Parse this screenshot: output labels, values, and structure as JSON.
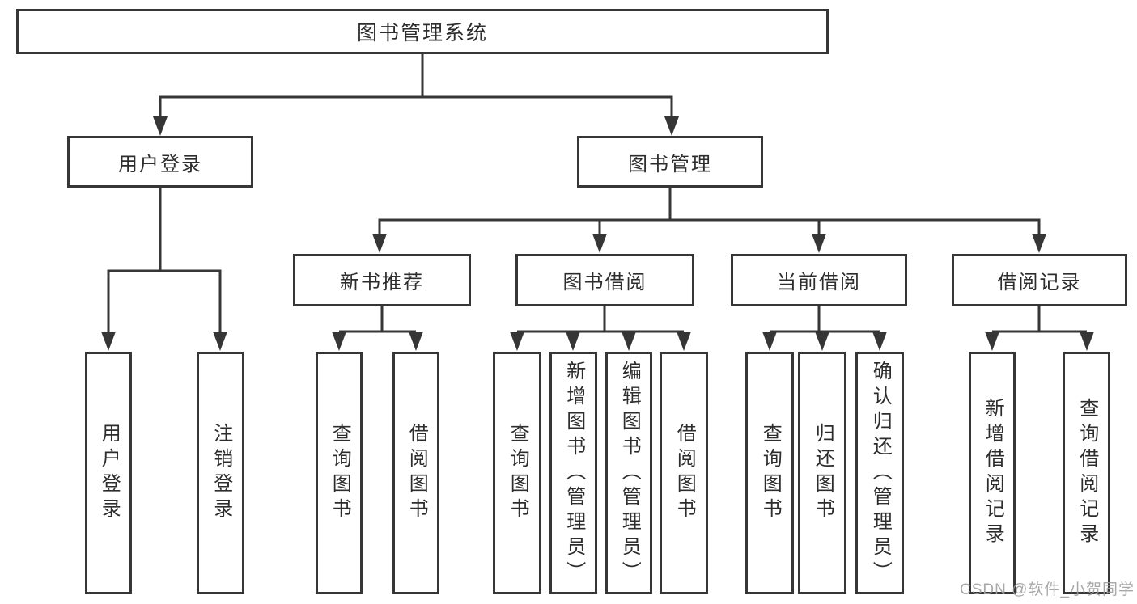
{
  "diagram_title": "图书管理系统",
  "tree": {
    "label": "图书管理系统",
    "children": [
      {
        "label": "用户登录",
        "children": [
          {
            "label": "用户登录"
          },
          {
            "label": "注销登录"
          }
        ]
      },
      {
        "label": "图书管理",
        "children": [
          {
            "label": "新书推荐",
            "children": [
              {
                "label": "查询图书"
              },
              {
                "label": "借阅图书"
              }
            ]
          },
          {
            "label": "图书借阅",
            "children": [
              {
                "label": "查询图书"
              },
              {
                "label": "新增图书（管理员）"
              },
              {
                "label": "编辑图书（管理员）"
              },
              {
                "label": "借阅图书"
              }
            ]
          },
          {
            "label": "当前借阅",
            "children": [
              {
                "label": "查询图书"
              },
              {
                "label": "归还图书"
              },
              {
                "label": "确认归还（管理员）"
              }
            ]
          },
          {
            "label": "借阅记录",
            "children": [
              {
                "label": "新增借阅记录"
              },
              {
                "label": "查询借阅记录"
              }
            ]
          }
        ]
      }
    ]
  },
  "watermark": {
    "text": "CSDN @软件_小贺同学"
  },
  "colors": {
    "line": "#363636",
    "node_border": "#363636",
    "text": "#2d2d2d",
    "watermark": "#9e9e9e",
    "background": "#ffffff"
  }
}
